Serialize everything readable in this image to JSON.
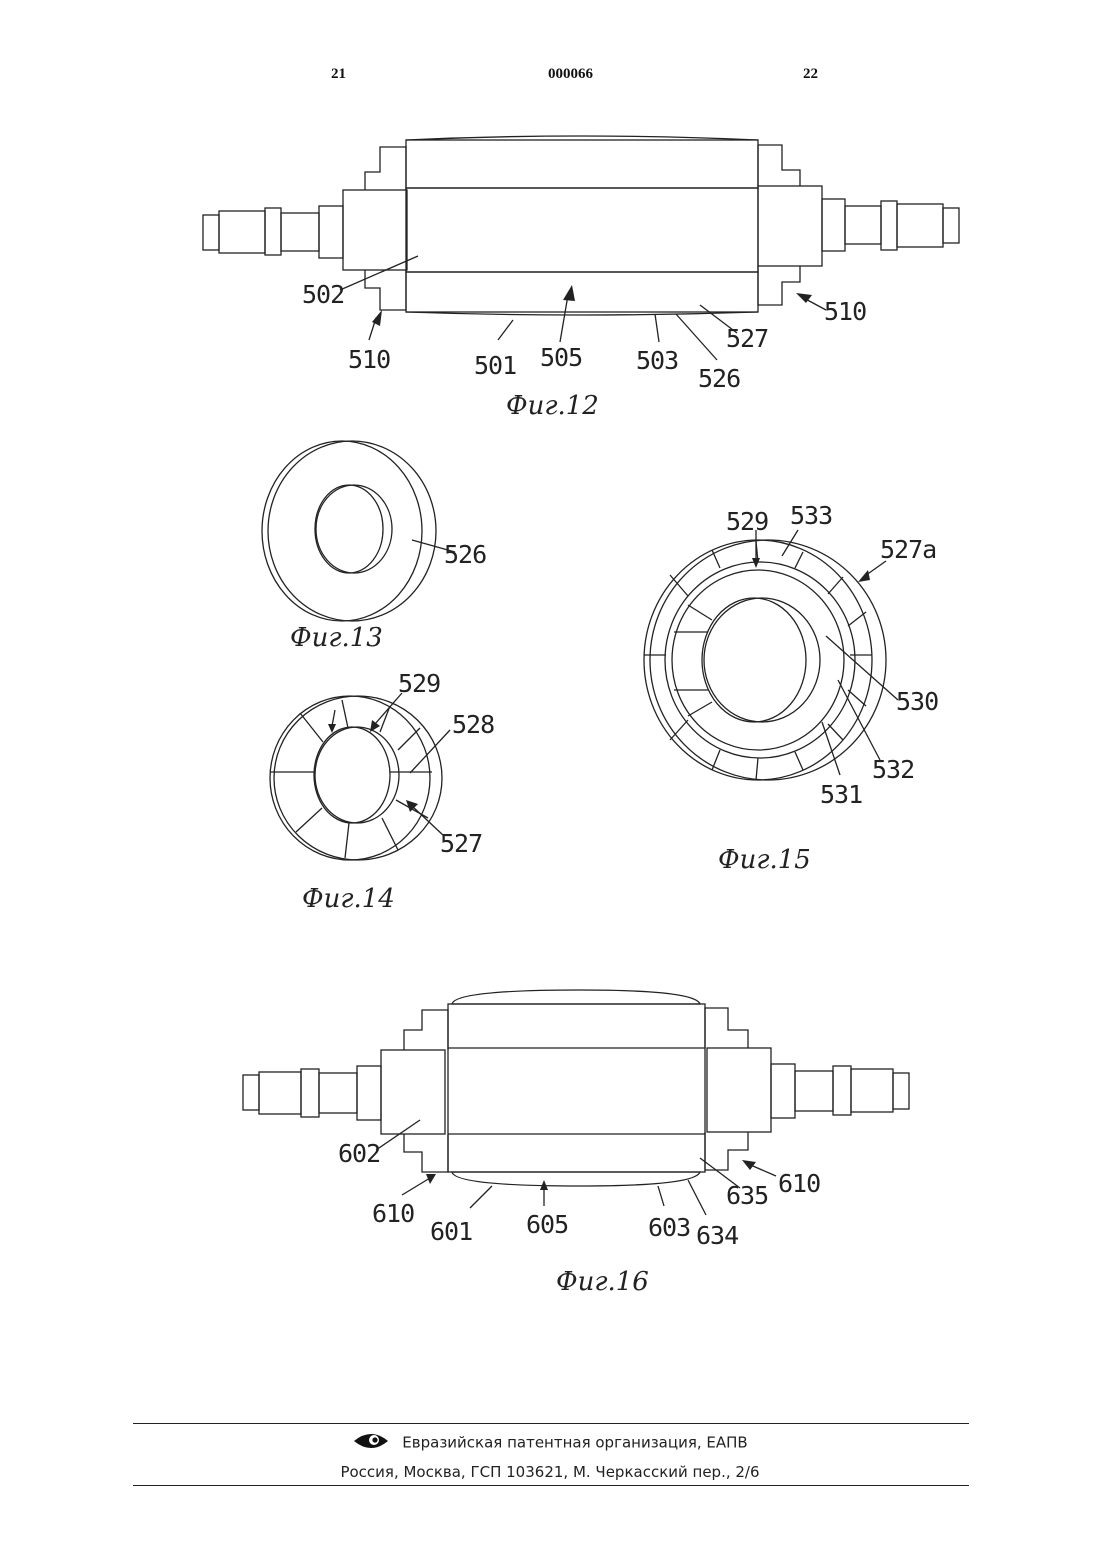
{
  "header": {
    "page_left": "21",
    "doc_number": "000066",
    "page_right": "22"
  },
  "figures": {
    "fig12": {
      "caption": "Фиг.12",
      "labels": [
        "502",
        "510",
        "501",
        "505",
        "503",
        "526",
        "527",
        "510"
      ]
    },
    "fig13": {
      "caption": "Фиг.13",
      "labels": [
        "526"
      ]
    },
    "fig14": {
      "caption": "Фиг.14",
      "labels": [
        "529",
        "528",
        "527"
      ]
    },
    "fig15": {
      "caption": "Фиг.15",
      "labels": [
        "529",
        "533",
        "527a",
        "530",
        "532",
        "531"
      ]
    },
    "fig16": {
      "caption": "Фиг.16",
      "labels": [
        "602",
        "610",
        "601",
        "605",
        "603",
        "634",
        "635",
        "610"
      ]
    }
  },
  "footer": {
    "organization": "Евразийская патентная организация, ЕАПВ",
    "address": "Россия, Москва, ГСП 103621, М. Черкасский пер., 2/6",
    "logo_icon": "eapo-eye-logo-icon"
  }
}
